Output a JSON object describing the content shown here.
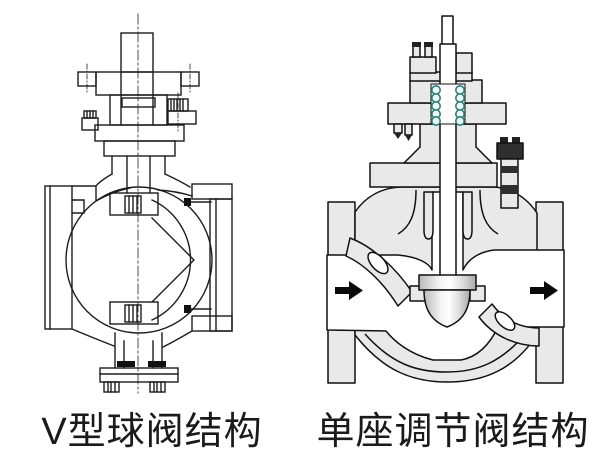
{
  "window": {
    "background": "#ffffff"
  },
  "figures": {
    "left": {
      "caption": "V型球阀结构"
    },
    "right": {
      "caption": "单座调节阀结构"
    }
  },
  "icons": {
    "flow_arrow": "right-pointing-flow-arrow"
  },
  "colors": {
    "line": "#1d1d1d",
    "valve_body_gray": "#e9e9e9",
    "packing_teal": "#2e7f7c",
    "arrow_black": "#0a0a0a",
    "caption_text": "#1a1a1a"
  }
}
